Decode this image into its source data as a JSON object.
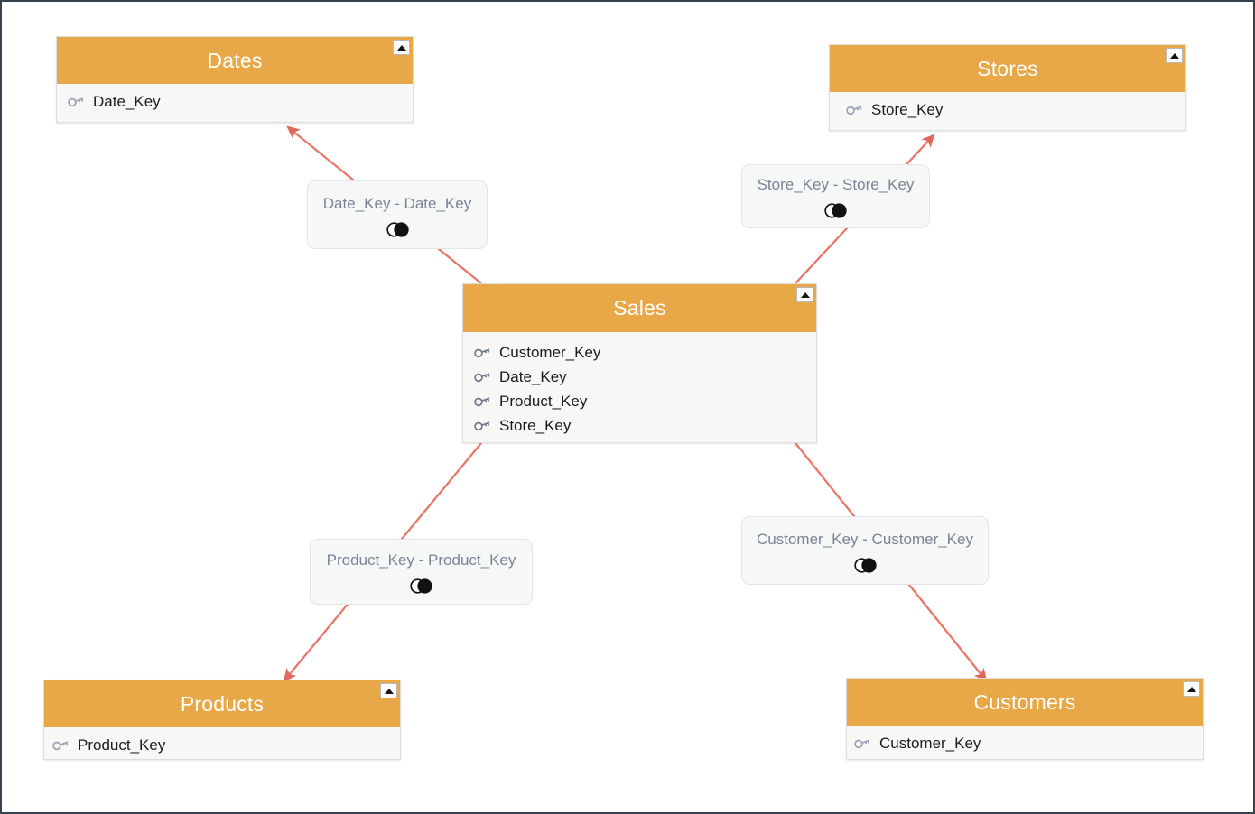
{
  "diagram": {
    "type": "star-schema-relationship-diagram",
    "colors": {
      "header_orange": "#e8a847",
      "table_body": "#f7f7f5",
      "relationship_arrow": "#e8766b",
      "label_text": "#7b8495",
      "canvas_border": "#36424e"
    },
    "icons": {
      "collapse": "triangle-up-icon",
      "primary_key": "key-icon",
      "cardinality": "venn-join-icon"
    }
  },
  "tables": [
    {
      "id": "dates",
      "title": "Dates",
      "fields": [
        {
          "name": "Date_Key",
          "icon": "key-icon"
        }
      ]
    },
    {
      "id": "stores",
      "title": "Stores",
      "fields": [
        {
          "name": "Store_Key",
          "icon": "key-icon"
        }
      ]
    },
    {
      "id": "sales",
      "title": "Sales",
      "fields": [
        {
          "name": "Customer_Key",
          "icon": "key-icon"
        },
        {
          "name": "Date_Key",
          "icon": "key-icon"
        },
        {
          "name": "Product_Key",
          "icon": "key-icon"
        },
        {
          "name": "Store_Key",
          "icon": "key-icon"
        }
      ]
    },
    {
      "id": "products",
      "title": "Products",
      "fields": [
        {
          "name": "Product_Key",
          "icon": "key-icon"
        }
      ]
    },
    {
      "id": "customers",
      "title": "Customers",
      "fields": [
        {
          "name": "Customer_Key",
          "icon": "key-icon"
        }
      ]
    }
  ],
  "relationships": [
    {
      "id": "rel-date",
      "label": "Date_Key - Date_Key",
      "from": "sales",
      "to": "dates"
    },
    {
      "id": "rel-store",
      "label": "Store_Key - Store_Key",
      "from": "sales",
      "to": "stores"
    },
    {
      "id": "rel-product",
      "label": "Product_Key - Product_Key",
      "from": "sales",
      "to": "products"
    },
    {
      "id": "rel-customer",
      "label": "Customer_Key - Customer_Key",
      "from": "sales",
      "to": "customers"
    }
  ]
}
